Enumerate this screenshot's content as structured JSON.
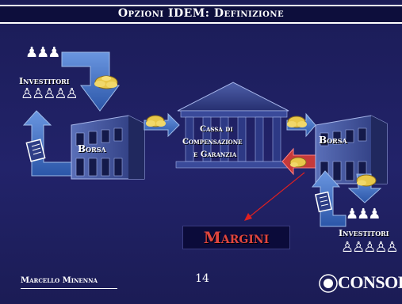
{
  "slide": {
    "title": "Opzioni IDEM: Definizione",
    "investitori_top": "Investitori",
    "investitori_bottom": "Investitori",
    "borsa_left": "Borsa",
    "borsa_right": "Borsa",
    "cassa_line1": "Cassa di",
    "cassa_line2": "Compensazione",
    "cassa_line3": "e Garanzia",
    "margini": "Margini",
    "author": "Marcello Minenna",
    "page_number": "14",
    "logo_text": "CONSOB"
  },
  "colors": {
    "background": "#1c1d58",
    "arrow_blue": "#3b6fc4",
    "margini_text": "#e0453e",
    "pointer_red": "#e02020",
    "coins": "#e8c84a"
  },
  "icons": [
    "person-icon",
    "coins-icon",
    "arrow-icon",
    "certificate-icon",
    "building-icon",
    "temple-icon",
    "consob-seal-icon"
  ]
}
